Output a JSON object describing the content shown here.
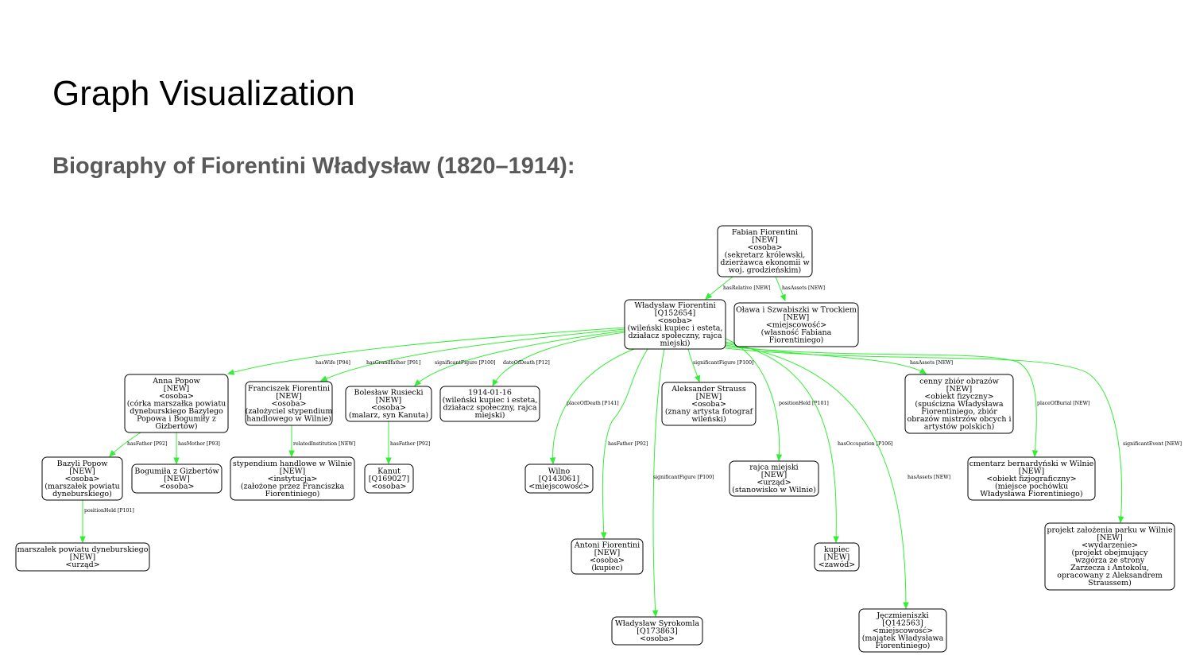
{
  "slide": {
    "title": "Graph Visualization",
    "subtitle": "Biography of Fiorentini Władysław (1820–1914):"
  },
  "graph": {
    "edge_color": "#33ee33",
    "nodes": [
      {
        "id": "fabian",
        "lines": [
          "Fabian Fiorentini",
          "[NEW]",
          "<osoba>",
          "(sekretarz królewski,",
          "dzierżawca ekonomii w",
          "woj. grodzieńskim)"
        ]
      },
      {
        "id": "wladyslaw",
        "lines": [
          "Władysław Fiorentini",
          "[Q152654]",
          "<osoba>",
          "(wileński kupiec i esteta,",
          "działacz społeczny, rajca",
          "miejski)"
        ]
      },
      {
        "id": "olawa",
        "lines": [
          "Oława i Szwabiszki w Trockiem",
          "[NEW]",
          "<miejscowość>",
          "(własność Fabiana",
          "Fiorentiniego)"
        ]
      },
      {
        "id": "anna",
        "lines": [
          "Anna Popow",
          "[NEW]",
          "<osoba>",
          "(córka marszałka powiatu",
          "dyneburskiego Bazylego",
          "Popowa i Bogumiły z",
          "Gizbertów)"
        ]
      },
      {
        "id": "franciszek",
        "lines": [
          "Franciszek Fiorentini",
          "[NEW]",
          "<osoba>",
          "(założyciel stypendium",
          "handlowego w Wilnie)"
        ]
      },
      {
        "id": "boleslaw",
        "lines": [
          "Bolesław Rusiecki",
          "[NEW]",
          "<osoba>",
          "(malarz, syn Kanuta)"
        ]
      },
      {
        "id": "date",
        "lines": [
          "1914-01-16",
          "(wileński kupiec i esteta,",
          "działacz społeczny, rajca",
          "miejski)"
        ]
      },
      {
        "id": "strauss",
        "lines": [
          "Aleksander Strauss",
          "[NEW]",
          "<osoba>",
          "(znany artysta fotograf",
          "wileński)"
        ]
      },
      {
        "id": "zbior",
        "lines": [
          "cenny zbiór obrazów",
          "[NEW]",
          "<obiekt fizyczny>",
          "(spuścizna Władysława",
          "Fiorentiniego, zbiór",
          "obrazów mistrzów obcych i",
          "artystów polskich)"
        ]
      },
      {
        "id": "bazyli",
        "lines": [
          "Bazyli Popow",
          "[NEW]",
          "<osoba>",
          "(marszałek powiatu",
          "dyneburskiego)"
        ]
      },
      {
        "id": "bogumila",
        "lines": [
          "Bogumiła z Gizbertów",
          "[NEW]",
          "<osoba>"
        ]
      },
      {
        "id": "stypendium",
        "lines": [
          "stypendium handlowe w Wilnie",
          "[NEW]",
          "<instytucja>",
          "(założone przez Franciszka",
          "Fiorentiniego)"
        ]
      },
      {
        "id": "kanut",
        "lines": [
          "Kanut",
          "[Q169027]",
          "<osoba>"
        ]
      },
      {
        "id": "wilno",
        "lines": [
          "Wilno",
          "[Q143061]",
          "<miejscowość>"
        ]
      },
      {
        "id": "rajca",
        "lines": [
          "rajca miejski",
          "[NEW]",
          "<urząd>",
          "(stanowisko w Wilnie)"
        ]
      },
      {
        "id": "cmentarz",
        "lines": [
          "cmentarz bernardyński w Wilnie",
          "[NEW]",
          "<obiekt fizjograficzny>",
          "(miejsce pochówku",
          "Władysława Fiorentiniego)"
        ]
      },
      {
        "id": "marszalek",
        "lines": [
          "marszałek powiatu dyneburskiego",
          "[NEW]",
          "<urząd>"
        ]
      },
      {
        "id": "antoni",
        "lines": [
          "Antoni Fiorentini",
          "[NEW]",
          "<osoba>",
          "(kupiec)"
        ]
      },
      {
        "id": "kupiec",
        "lines": [
          "kupiec",
          "[NEW]",
          "<zawód>"
        ]
      },
      {
        "id": "projekt",
        "lines": [
          "projekt założenia parku w Wilnie",
          "[NEW]",
          "<wydarzenie>",
          "(projekt obejmujący",
          "wzgórza ze strony",
          "Zarzecza i Antokolu,",
          "opracowany z Aleksandrem",
          "Straussem)"
        ]
      },
      {
        "id": "jeczmieniszki",
        "lines": [
          "Jęczmieniszki",
          "[Q142563]",
          "<miejscowość>",
          "(majątek Władysława",
          "Fiorentiniego)"
        ]
      },
      {
        "id": "syrokomla",
        "lines": [
          "Władysław Syrokomla",
          "[Q173863]",
          "<osoba>"
        ]
      }
    ],
    "edges": [
      {
        "id": "e1",
        "from": "fabian",
        "to": "wladyslaw",
        "label": "hasRelative [NEW]"
      },
      {
        "id": "e2",
        "from": "fabian",
        "to": "olawa",
        "label": "hasAssets [NEW]"
      },
      {
        "id": "e3",
        "from": "wladyslaw",
        "to": "anna",
        "label": "hasWife [P94]"
      },
      {
        "id": "e4",
        "from": "wladyslaw",
        "to": "franciszek",
        "label": "hasGrandfather [P91]"
      },
      {
        "id": "e5",
        "from": "wladyslaw",
        "to": "boleslaw",
        "label": "significantFigure [P100]"
      },
      {
        "id": "e6",
        "from": "wladyslaw",
        "to": "date",
        "label": "dateOfDeath [P12]"
      },
      {
        "id": "e7",
        "from": "wladyslaw",
        "to": "wilno",
        "label": "placeOfDeath [P141]"
      },
      {
        "id": "e8",
        "from": "wladyslaw",
        "to": "antoni",
        "label": "hasFather [P92]"
      },
      {
        "id": "e9",
        "from": "wladyslaw",
        "to": "syrokomla",
        "label": "significantFigure [P100]"
      },
      {
        "id": "e10",
        "from": "wladyslaw",
        "to": "strauss",
        "label": "significantFigure [P100]"
      },
      {
        "id": "e11",
        "from": "wladyslaw",
        "to": "rajca",
        "label": "positionHeld [P101]"
      },
      {
        "id": "e12",
        "from": "wladyslaw",
        "to": "kupiec",
        "label": "hasOccupation [P106]"
      },
      {
        "id": "e13",
        "from": "wladyslaw",
        "to": "jeczmieniszki",
        "label": "hasAssets [NEW]"
      },
      {
        "id": "e14",
        "from": "wladyslaw",
        "to": "zbior",
        "label": "hasAssets [NEW]"
      },
      {
        "id": "e15",
        "from": "wladyslaw",
        "to": "cmentarz",
        "label": "placeOfBurial [NEW]"
      },
      {
        "id": "e16",
        "from": "wladyslaw",
        "to": "projekt",
        "label": "significantEvent [NEW]"
      },
      {
        "id": "e17",
        "from": "anna",
        "to": "bazyli",
        "label": "hasFather [P92]"
      },
      {
        "id": "e18",
        "from": "anna",
        "to": "bogumila",
        "label": "hasMother [P93]"
      },
      {
        "id": "e19",
        "from": "franciszek",
        "to": "stypendium",
        "label": "relatedInstitution [NEW]"
      },
      {
        "id": "e20",
        "from": "boleslaw",
        "to": "kanut",
        "label": "hasFather [P92]"
      },
      {
        "id": "e21",
        "from": "bazyli",
        "to": "marszalek",
        "label": "positionHeld [P101]"
      }
    ]
  }
}
